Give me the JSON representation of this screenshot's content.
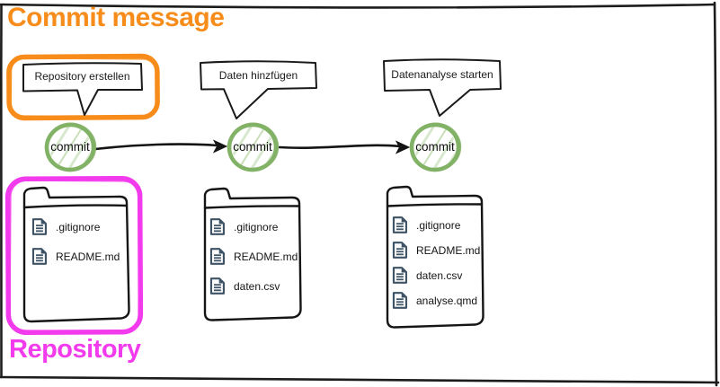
{
  "labels": {
    "commit_message": "Commit message",
    "repository": "Repository"
  },
  "bubbles": [
    {
      "label": "Repository erstellen",
      "highlighted": true
    },
    {
      "label": "Daten hinzfügen",
      "highlighted": false
    },
    {
      "label": "Datenanalyse starten",
      "highlighted": false
    }
  ],
  "commits": [
    {
      "label": "commit"
    },
    {
      "label": "commit"
    },
    {
      "label": "commit"
    }
  ],
  "folders": [
    {
      "files": [
        ".gitignore",
        "README.md"
      ],
      "highlighted": true
    },
    {
      "files": [
        ".gitignore",
        "README.md",
        "daten.csv"
      ],
      "highlighted": false
    },
    {
      "files": [
        ".gitignore",
        "README.md",
        "daten.csv",
        "analyse.qmd"
      ],
      "highlighted": false
    }
  ],
  "icons": {
    "file": "document-icon"
  },
  "colors": {
    "accent_orange": "#F78C1A",
    "accent_magenta": "#F23BEC",
    "commit_green": "#82B266",
    "hatch_green": "#D8E8CE",
    "icon_slate": "#3E5365",
    "stroke_black": "#1A1A1A"
  }
}
